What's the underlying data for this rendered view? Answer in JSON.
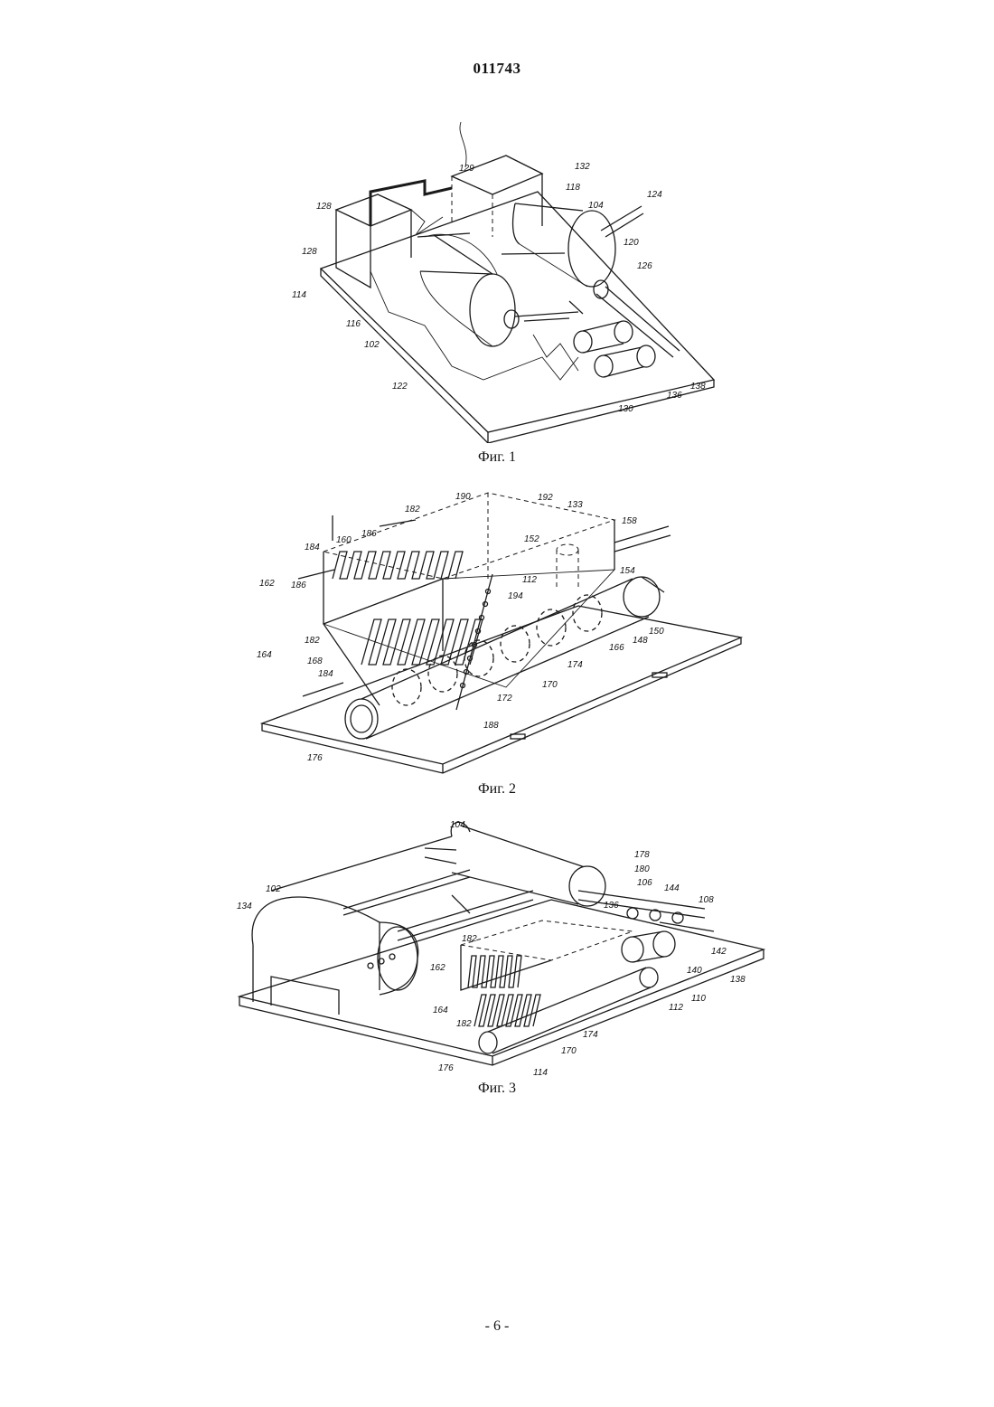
{
  "header": {
    "doc_number": "011743"
  },
  "figures": [
    {
      "caption": "Фиг. 1",
      "labels": [
        "129",
        "132",
        "118",
        "124",
        "104",
        "128",
        "128",
        "120",
        "126",
        "114",
        "116",
        "102",
        "122",
        "130",
        "136",
        "138"
      ]
    },
    {
      "caption": "Фиг. 2",
      "labels": [
        "190",
        "192",
        "133",
        "182",
        "186",
        "160",
        "184",
        "158",
        "152",
        "162",
        "186",
        "112",
        "154",
        "194",
        "150",
        "148",
        "166",
        "164",
        "182",
        "168",
        "184",
        "174",
        "170",
        "172",
        "188",
        "176"
      ]
    },
    {
      "caption": "Фиг. 3",
      "labels": [
        "104",
        "178",
        "180",
        "106",
        "144",
        "108",
        "102",
        "134",
        "136",
        "182",
        "142",
        "162",
        "140",
        "138",
        "110",
        "164",
        "112",
        "182",
        "174",
        "170",
        "176",
        "114"
      ]
    }
  ],
  "footer": {
    "page": "- 6 -"
  }
}
